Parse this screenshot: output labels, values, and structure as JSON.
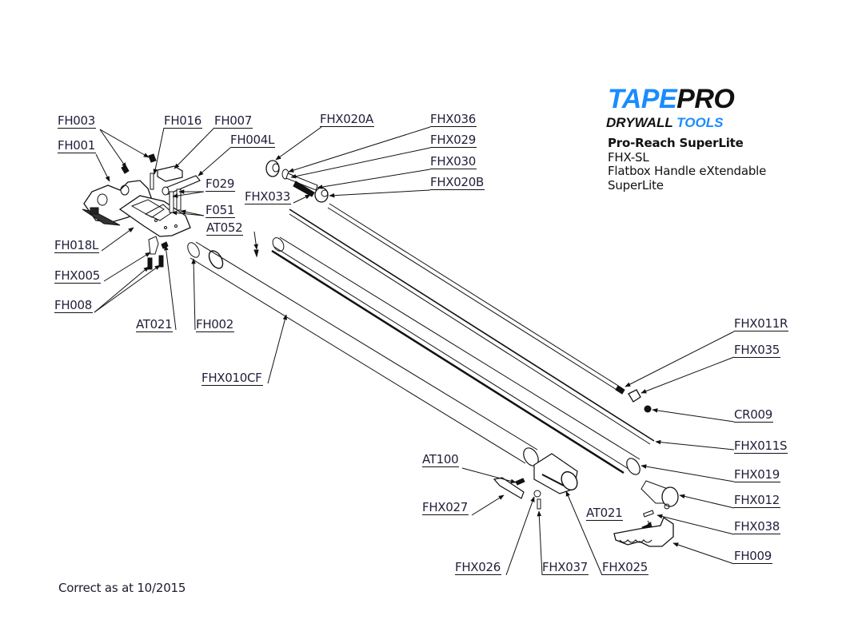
{
  "brand": {
    "logo_part1": "TAPE",
    "logo_part2": "PRO",
    "tagline_part1": "DRYWALL",
    "tagline_part2": "TOOLS",
    "accent_color": "#1a8cff",
    "dark_color": "#111111"
  },
  "product": {
    "name": "Pro-Reach SuperLite",
    "code": "FHX-SL",
    "description_line1": "Flatbox Handle eXtendable",
    "description_line2": "SuperLite"
  },
  "footer": {
    "note": "Correct as at 10/2015"
  },
  "part_labels": [
    {
      "id": "FH003",
      "text": "FH003"
    },
    {
      "id": "FH001",
      "text": "FH001"
    },
    {
      "id": "FH016",
      "text": "FH016"
    },
    {
      "id": "FH007",
      "text": "FH007"
    },
    {
      "id": "FH004L",
      "text": "FH004L"
    },
    {
      "id": "F029",
      "text": "F029"
    },
    {
      "id": "F051",
      "text": "F051"
    },
    {
      "id": "AT052",
      "text": "AT052"
    },
    {
      "id": "FH018L",
      "text": "FH018L"
    },
    {
      "id": "FHX005",
      "text": "FHX005"
    },
    {
      "id": "FH008",
      "text": "FH008"
    },
    {
      "id": "AT021a",
      "text": "AT021"
    },
    {
      "id": "FH002",
      "text": "FH002"
    },
    {
      "id": "FHX010CF",
      "text": "FHX010CF"
    },
    {
      "id": "FHX020A",
      "text": "FHX020A"
    },
    {
      "id": "FHX036",
      "text": "FHX036"
    },
    {
      "id": "FHX029",
      "text": "FHX029"
    },
    {
      "id": "FHX030",
      "text": "FHX030"
    },
    {
      "id": "FHX020B",
      "text": "FHX020B"
    },
    {
      "id": "FHX033",
      "text": "FHX033"
    },
    {
      "id": "FHX011R",
      "text": "FHX011R"
    },
    {
      "id": "FHX035",
      "text": "FHX035"
    },
    {
      "id": "CR009",
      "text": "CR009"
    },
    {
      "id": "FHX011S",
      "text": "FHX011S"
    },
    {
      "id": "FHX019",
      "text": "FHX019"
    },
    {
      "id": "FHX012",
      "text": "FHX012"
    },
    {
      "id": "FHX038",
      "text": "FHX038"
    },
    {
      "id": "FH009",
      "text": "FH009"
    },
    {
      "id": "AT021b",
      "text": "AT021"
    },
    {
      "id": "AT100",
      "text": "AT100"
    },
    {
      "id": "FHX027",
      "text": "FHX027"
    },
    {
      "id": "FHX026",
      "text": "FHX026"
    },
    {
      "id": "FHX037",
      "text": "FHX037"
    },
    {
      "id": "FHX025",
      "text": "FHX025"
    }
  ]
}
